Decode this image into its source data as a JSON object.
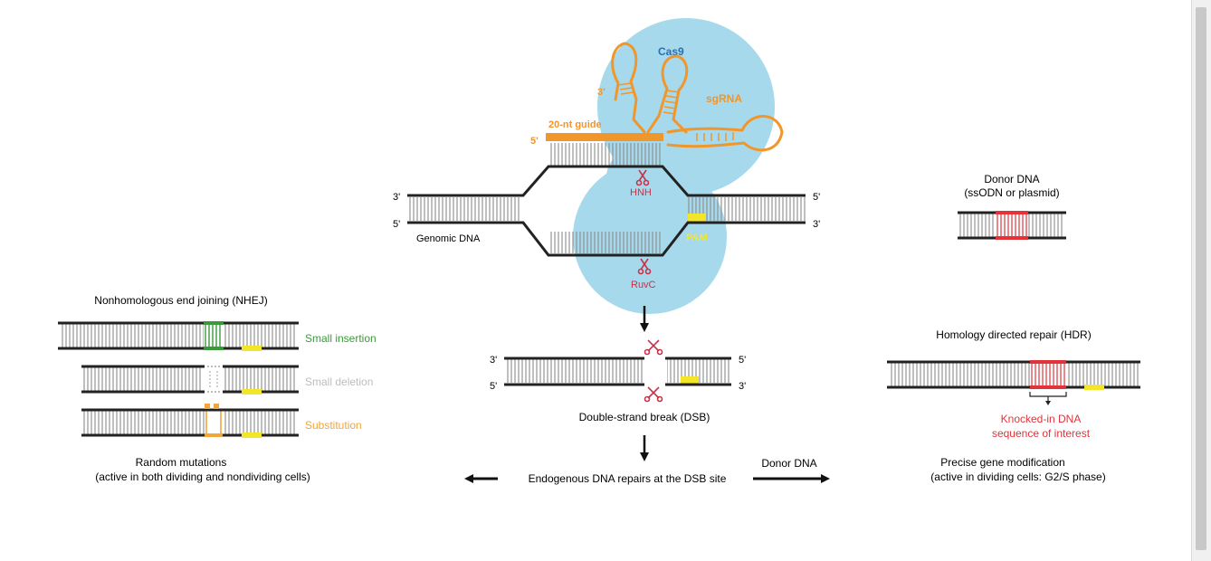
{
  "colors": {
    "strand": "#222222",
    "rung": "#8a8a8a",
    "cas9": "#a7d9ec",
    "sgrna": "#f0962b",
    "scissors": "#c4344a",
    "pam": "#f3e62a",
    "insertion": "#3a9a3a",
    "deletion": "#bdbdbd",
    "substitution": "#f0a63a",
    "knockin": "#e0343a",
    "cas9_label": "#2a6fb5"
  },
  "cas9": {
    "cas9_label": "Cas9",
    "sgrna_label": "sgRNA",
    "guide_label": "20-nt guide",
    "five_prime": "5'",
    "three_prime": "3'",
    "hnh_label": "HNH",
    "ruvc_label": "RuvC",
    "pam_label": "PAM"
  },
  "genomic": {
    "label": "Genomic DNA",
    "left_top": "3'",
    "left_bottom": "5'",
    "right_top": "5'",
    "right_bottom": "3'"
  },
  "dsb": {
    "label": "Double-strand break (DSB)",
    "left_top": "3'",
    "left_bottom": "5'",
    "right_top": "5'",
    "right_bottom": "3'"
  },
  "repair": {
    "endogenous_label": "Endogenous DNA repairs at the DSB site",
    "donor_arrow_label": "Donor DNA"
  },
  "nhej": {
    "title": "Nonhomologous end joining (NHEJ)",
    "insertion_label": "Small insertion",
    "deletion_label": "Small deletion",
    "substitution_label": "Substitution",
    "outcome_line1": "Random mutations",
    "outcome_line2": "(active in both dividing and nondividing cells)"
  },
  "donor": {
    "title_line1": "Donor DNA",
    "title_line2": "(ssODN or plasmid)"
  },
  "hdr": {
    "title": "Homology directed repair (HDR)",
    "knockin_line1": "Knocked-in DNA",
    "knockin_line2": "sequence of interest",
    "outcome_line1": "Precise gene modification",
    "outcome_line2": "(active in dividing cells: G2/S phase)"
  }
}
